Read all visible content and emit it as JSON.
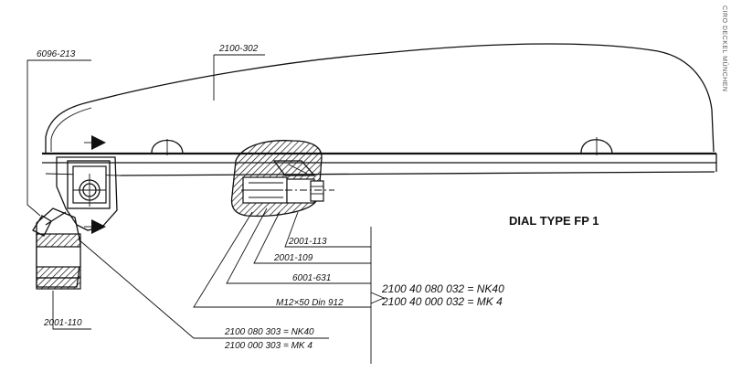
{
  "diagram": {
    "title": "DIAL TYPE FP 1",
    "side_text": "CIRO DECKEL MÜNCHEN",
    "labels": {
      "part_6096_213": "6096-213",
      "part_2100_302": "2100-302",
      "part_2001_110": "2001-110",
      "part_2001_113": "2001-113",
      "part_2001_109": "2001-109",
      "part_6001_631": "6001-631",
      "bolt_m12": "M12×50 Din 912",
      "order_nk40_a": "2100 080 303 = NK40",
      "order_mk4_a": "2100 000 303 = MK 4",
      "order_nk40_b": "2100 40 080 032 = NK40",
      "order_mk4_b": "2100 40 000 032 = MK 4"
    }
  }
}
